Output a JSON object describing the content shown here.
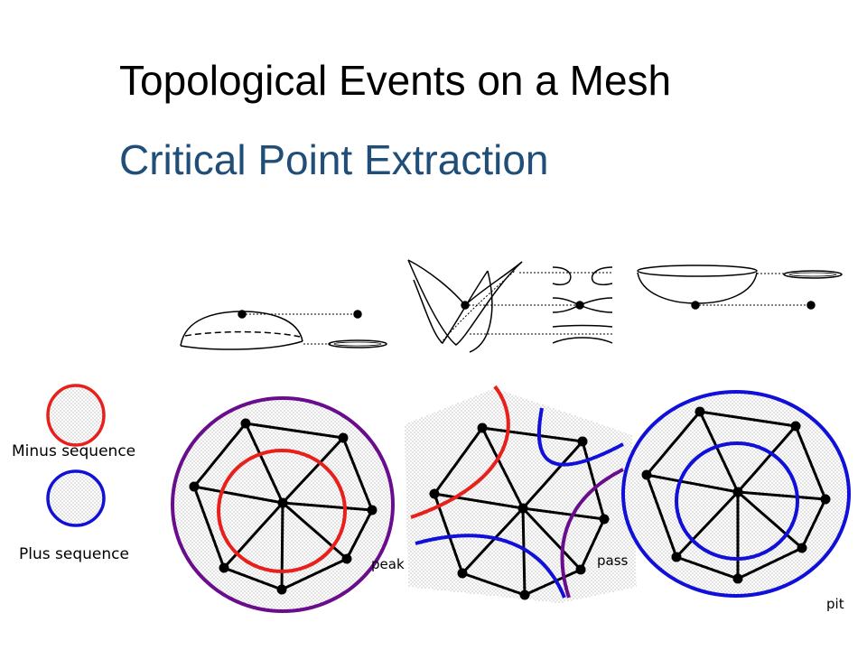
{
  "slide": {
    "title": "Topological Events on a Mesh",
    "subtitle": "Critical Point Extraction",
    "subtitle_color": "#1F4E79"
  },
  "legend": {
    "minus_label": "Minus sequence",
    "plus_label": "Plus sequence",
    "minus_color": "#E8201C",
    "plus_color": "#1010D8"
  },
  "panels": {
    "peak_label": "peak",
    "pass_label": "pass",
    "pit_label": "pit",
    "boundary_color": "#6A0D8C"
  }
}
